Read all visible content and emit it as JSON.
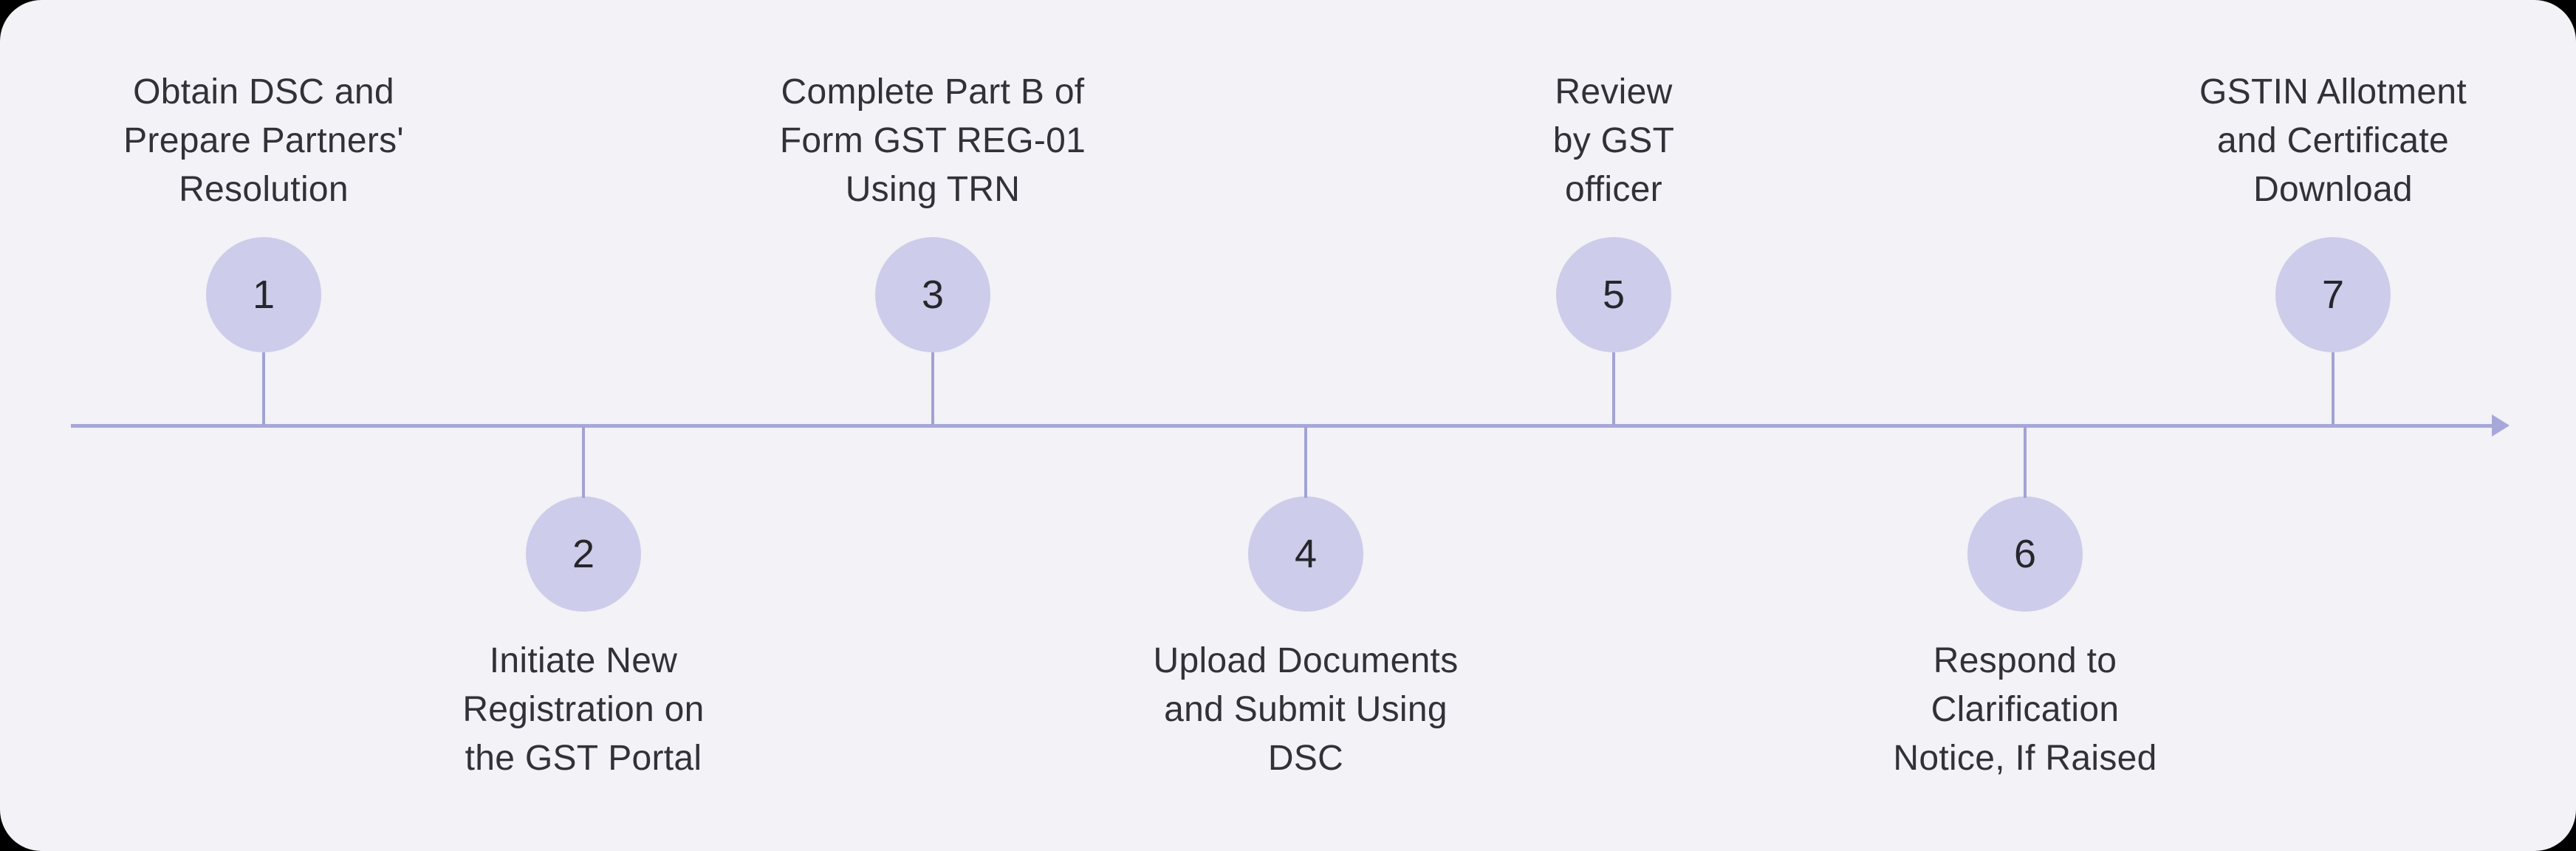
{
  "colors": {
    "outside_bg": "#000000",
    "card_bg": "#f2f2f7",
    "timeline": "#a8a7da",
    "connector": "#a3a2d4",
    "circle_fill": "#cdccea",
    "number_text": "#26262b",
    "label_text": "#323137"
  },
  "timeline": {
    "direction": "left-to-right",
    "steps": [
      {
        "number": "1",
        "side": "top",
        "label_lines": [
          "Obtain DSC and",
          "Prepare Partners'",
          "Resolution"
        ]
      },
      {
        "number": "2",
        "side": "bottom",
        "label_lines": [
          "Initiate New",
          "Registration on",
          "the GST Portal"
        ]
      },
      {
        "number": "3",
        "side": "top",
        "label_lines": [
          "Complete Part B of",
          "Form GST REG-01",
          "Using TRN"
        ]
      },
      {
        "number": "4",
        "side": "bottom",
        "label_lines": [
          "Upload Documents",
          "and Submit Using",
          "DSC"
        ]
      },
      {
        "number": "5",
        "side": "top",
        "label_lines": [
          "Review",
          "by GST",
          "officer"
        ]
      },
      {
        "number": "6",
        "side": "bottom",
        "label_lines": [
          "Respond to",
          "Clarification",
          "Notice, If Raised"
        ]
      },
      {
        "number": "7",
        "side": "top",
        "label_lines": [
          "GSTIN Allotment",
          "and Certificate",
          "Download"
        ]
      }
    ]
  }
}
